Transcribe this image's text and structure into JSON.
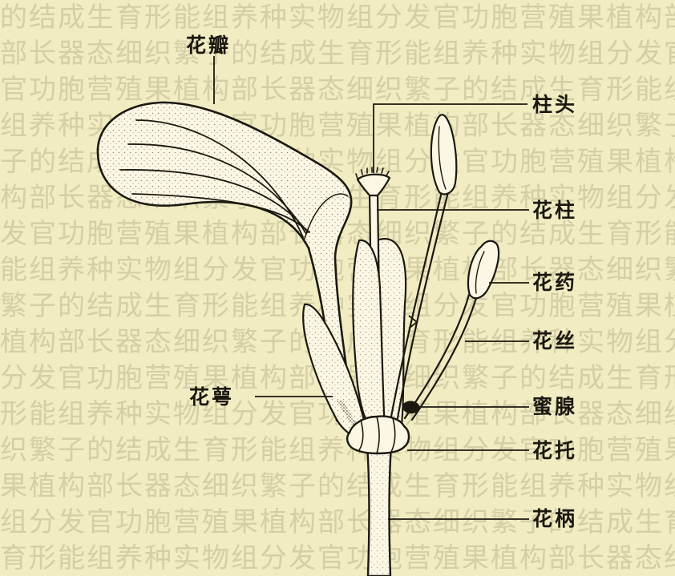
{
  "labels": {
    "petal": "花瓣",
    "stigma": "柱头",
    "style": "花柱",
    "anther": "花药",
    "filament": "花丝",
    "sepal": "花萼",
    "nectary": "蜜腺",
    "receptacle": "花托",
    "pedicel": "花柄"
  },
  "colors": {
    "paper": "#f1ecc2",
    "ink": "#1b1810",
    "fill": "#fbf7e4"
  }
}
